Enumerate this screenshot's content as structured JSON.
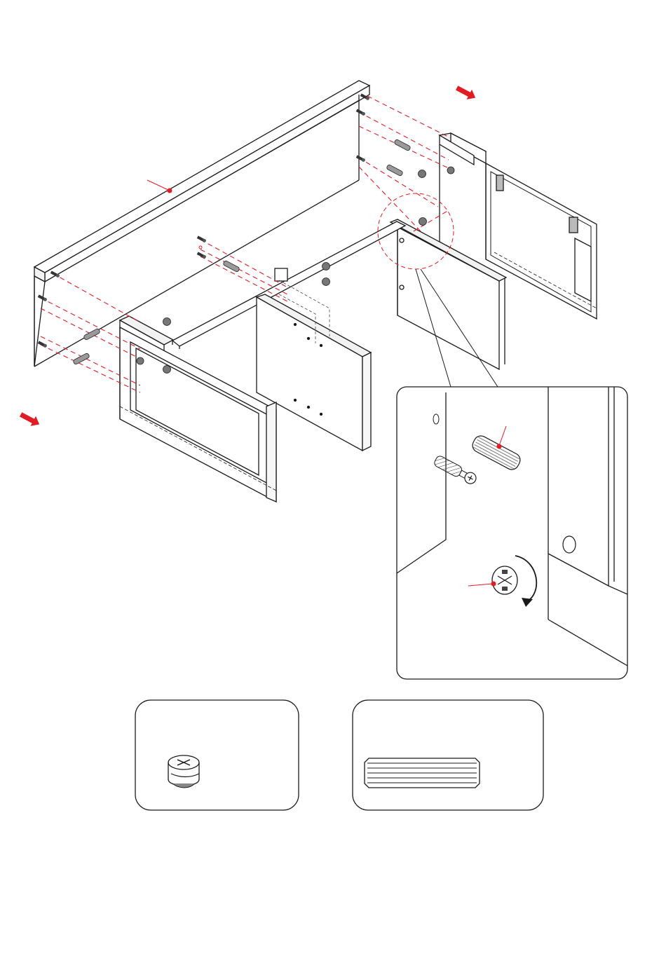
{
  "document": {
    "type": "furniture-assembly-step",
    "text": []
  },
  "colors": {
    "line": "#1a1a1a",
    "panel": "#ffffff",
    "panel_shade": "#eeeeee",
    "accent": "#e31b23",
    "hardware": "#6b6b6b"
  },
  "icons": {
    "direction_arrow": "red-direction-arrow-icon",
    "cam_lock": "cam-lock-icon",
    "wooden_dowel": "wooden-dowel-icon",
    "cam_bolt": "cam-bolt-icon"
  },
  "parts": {
    "legend": [
      "cam-lock",
      "wooden-dowel"
    ]
  }
}
